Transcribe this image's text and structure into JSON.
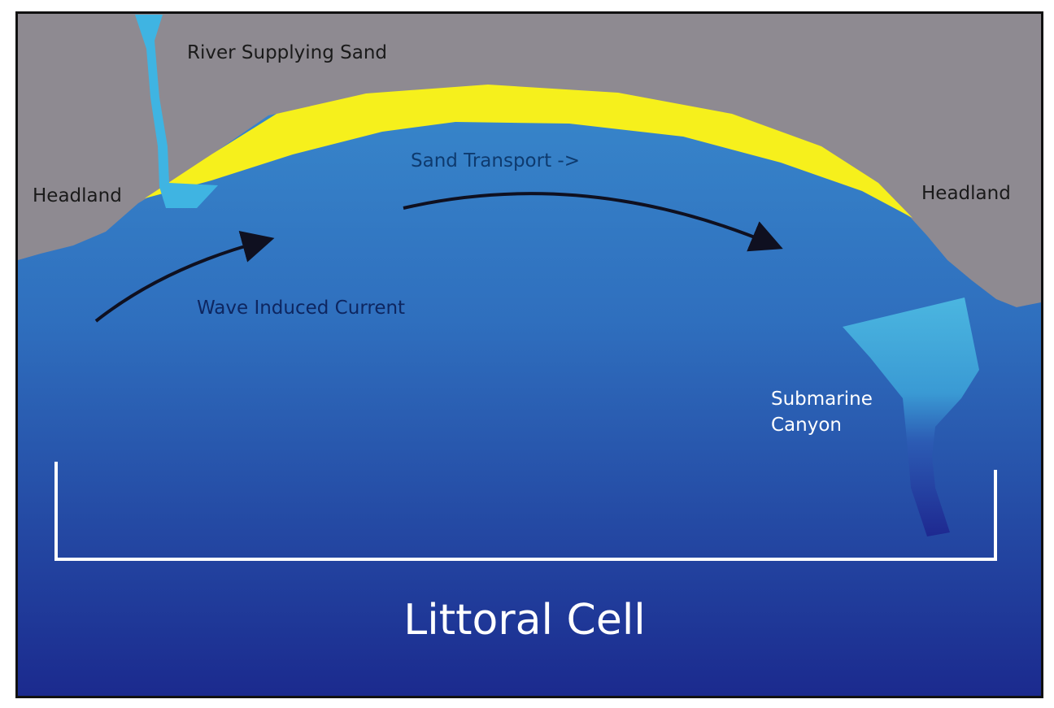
{
  "labels": {
    "river": "River Supplying Sand",
    "headland_left": "Headland",
    "headland_right": "Headland",
    "sand_transport": "Sand Transport ->",
    "wave_current": "Wave Induced Current",
    "canyon_line1": "Submarine",
    "canyon_line2": "Canyon",
    "title": "Littoral Cell"
  },
  "colors": {
    "land": "#8e8a91",
    "sand": "#f6f01c",
    "river": "#3fb4e2",
    "ocean_top": "#3b8fcf",
    "ocean_bottom": "#1b2a8e"
  }
}
